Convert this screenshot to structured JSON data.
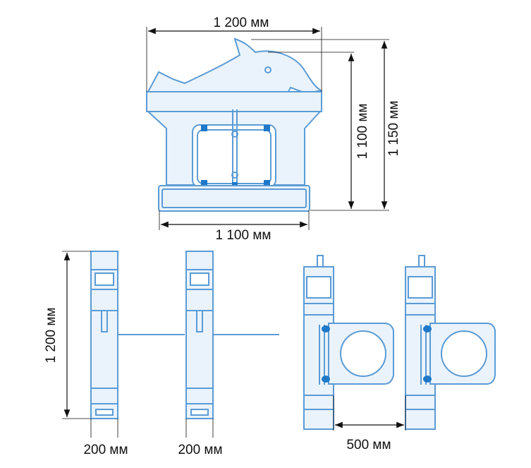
{
  "dimensions": {
    "top_width": "1 200 мм",
    "bottom_width": "1 100 мм",
    "inner_height": "1 100 мм",
    "total_height": "1 150 мм",
    "side_height": "1 200 мм",
    "depth_left": "200 мм",
    "depth_right": "200 мм",
    "passage_width": "500 мм"
  },
  "colors": {
    "outline": "#5b9bd5",
    "fill": "#eaf3fb",
    "fixture": "#1f78c8",
    "dimension_line": "#111111"
  },
  "views": [
    "front-view-dolphin",
    "side-view-pair",
    "top-view-pair"
  ]
}
